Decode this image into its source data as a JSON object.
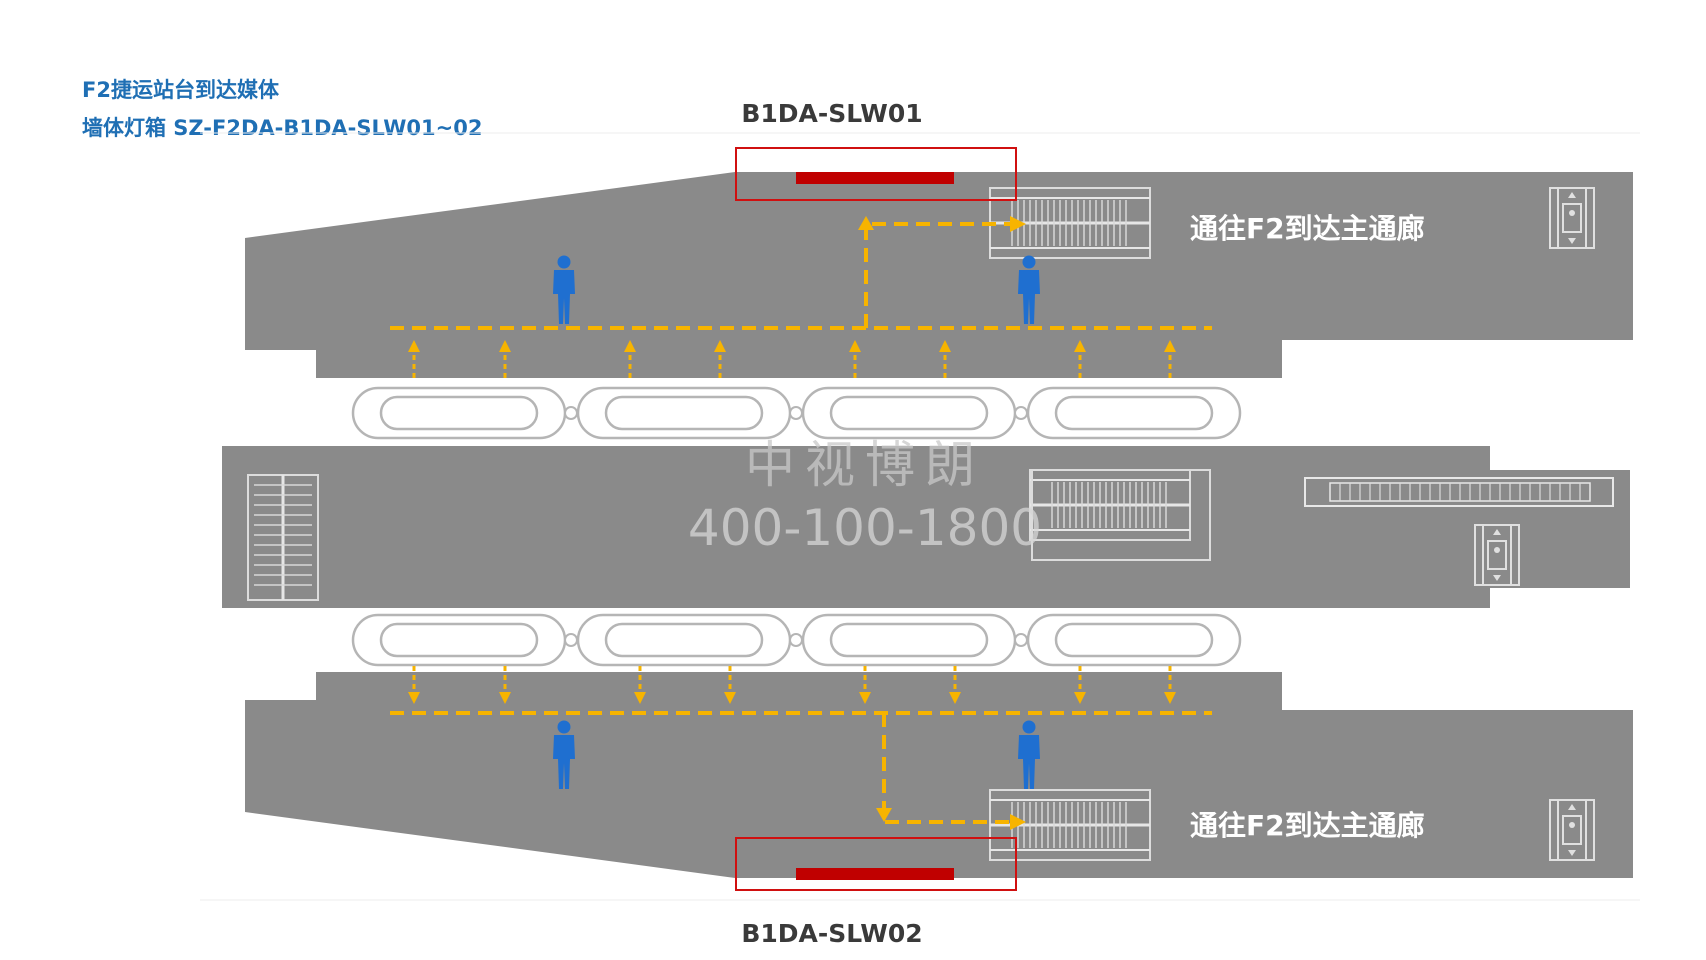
{
  "header": {
    "line1": "F2捷运站台到达媒体",
    "line2": "墙体灯箱 SZ-F2DA-B1DA-SLW01~02"
  },
  "media": [
    {
      "code": "B1DA-SLW01",
      "position": "top"
    },
    {
      "code": "B1DA-SLW02",
      "position": "bottom"
    }
  ],
  "direction_labels": {
    "top": "通往F2到达主通廊",
    "bottom": "通往F2到达主通廊"
  },
  "watermark": {
    "company": "中视博朗",
    "phone": "400-100-1800"
  },
  "colors": {
    "floor": "#8a8a8a",
    "route": "#f7b400",
    "media_highlight": "#c00000",
    "media_frame": "#d01010",
    "person": "#1f6fd0",
    "title": "#1f6fb4"
  },
  "icons": [
    "person-icon",
    "escalator-icon",
    "elevator-icon",
    "train-car-icon",
    "route-arrow-icon"
  ]
}
